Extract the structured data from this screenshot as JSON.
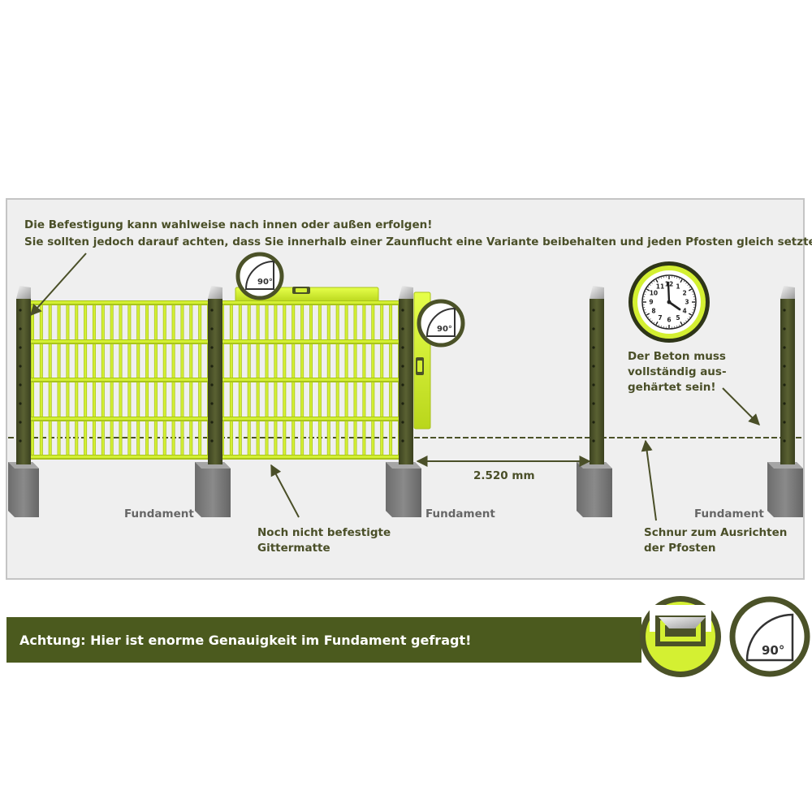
{
  "note": {
    "line1": "Die Befestigung kann wahlweise nach innen oder außen erfolgen!",
    "line2": "Sie sollten jedoch darauf achten, dass Sie innerhalb einer Zaunflucht eine Variante beibehalten und jeden Pfosten gleich setzten."
  },
  "labels": {
    "fundament1": "Fundament",
    "fundament2": "Fundament",
    "fundament3": "Fundament",
    "gitter_line1": "Noch nicht befestigte",
    "gitter_line2": "Gittermatte",
    "schnur_line1": "Schnur zum Ausrichten",
    "schnur_line2": "der Pfosten",
    "beton_line1": "Der Beton muss",
    "beton_line2": "vollständig aus-",
    "beton_line3": "gehärtet sein!",
    "distance": "2.520 mm"
  },
  "angles": {
    "a1": "90°",
    "a2": "90°",
    "a3": "90°"
  },
  "clock_numbers": [
    "12",
    "1",
    "2",
    "3",
    "4",
    "5",
    "6",
    "7",
    "8",
    "9",
    "10",
    "11"
  ],
  "banner": {
    "text": "Achtung: Hier ist enorme Genauigkeit im Fundament gefragt!"
  },
  "colors": {
    "accent": "#d4f032",
    "post": "#4b5228",
    "banner": "#4b5a1e",
    "foundation": "#7b7b7b",
    "panel_bg": "#efefef"
  }
}
